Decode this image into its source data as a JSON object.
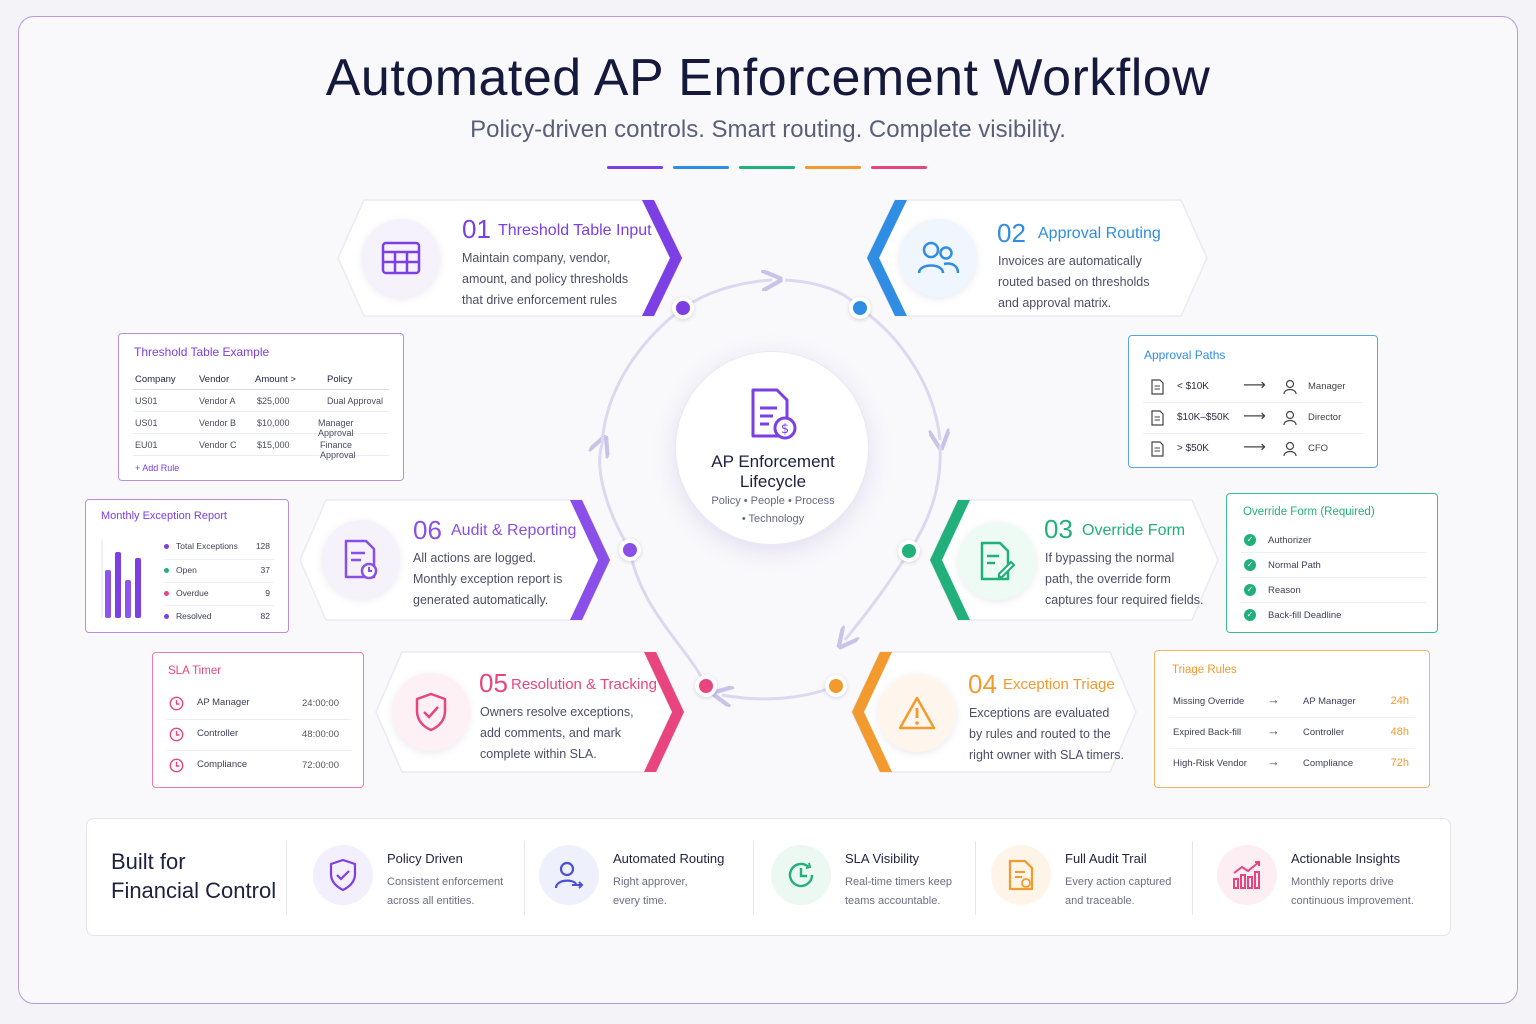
{
  "header": {
    "title": "Automated AP Enforcement Workflow",
    "subtitle": "Policy-driven controls. Smart routing. Complete visibility.",
    "accent_colors": [
      "#7b3fe4",
      "#2f8de4",
      "#22b07a",
      "#f29a2e",
      "#e8457f"
    ]
  },
  "center": {
    "title_line1": "AP Enforcement",
    "title_line2": "Lifecycle",
    "tags_line1": "Policy • People • Process",
    "tags_line2": "• Technology",
    "icon": "invoice-dollar-icon"
  },
  "steps": [
    {
      "num": "01",
      "title": "Threshold Table Input",
      "desc": "Maintain company, vendor, amount, and policy thresholds that drive enforcement rules",
      "color": "#7b3fe4",
      "icon": "table-icon"
    },
    {
      "num": "02",
      "title": "Approval Routing",
      "desc": "Invoices are automatically routed based on thresholds and approval matrix.",
      "color": "#2f8de4",
      "icon": "users-icon"
    },
    {
      "num": "03",
      "title": "Override Form",
      "desc": "If bypassing the normal path, the override form captures four required fields.",
      "color": "#22b07a",
      "icon": "form-edit-icon"
    },
    {
      "num": "04",
      "title": "Exception Triage",
      "desc": "Exceptions are evaluated by rules and routed to the right owner with SLA timers.",
      "color": "#f29a2e",
      "icon": "warning-icon"
    },
    {
      "num": "05",
      "title": "Resolution & Tracking",
      "desc": "Owners resolve exceptions, add comments, and mark complete within SLA.",
      "color": "#e8457f",
      "icon": "shield-check-icon"
    },
    {
      "num": "06",
      "title": "Audit & Reporting",
      "desc": "All actions are logged. Monthly exception report is generated automatically.",
      "color": "#8a4fe6",
      "icon": "report-icon"
    }
  ],
  "threshold_table": {
    "title": "Threshold Table Example",
    "headers": [
      "Company",
      "Vendor",
      "Amount >",
      "Policy"
    ],
    "rows": [
      [
        "US01",
        "Vendor A",
        "$25,000",
        "Dual Approval"
      ],
      [
        "US01",
        "Vendor B",
        "$10,000",
        "Manager Approval"
      ],
      [
        "EU01",
        "Vendor C",
        "$15,000",
        "Finance Approval"
      ]
    ],
    "add_label": "+ Add Rule"
  },
  "approval_paths": {
    "title": "Approval Paths",
    "rows": [
      {
        "range": "< $10K",
        "approver": "Manager"
      },
      {
        "range": "$10K–$50K",
        "approver": "Director"
      },
      {
        "range": "> $50K",
        "approver": "CFO"
      }
    ]
  },
  "override_form": {
    "title": "Override Form (Required)",
    "fields": [
      "Authorizer",
      "Normal Path",
      "Reason",
      "Back-fill Deadline"
    ]
  },
  "triage_rules": {
    "title": "Triage Rules",
    "rows": [
      {
        "rule": "Missing Override",
        "owner": "AP Manager",
        "sla": "24h"
      },
      {
        "rule": "Expired Back-fill",
        "owner": "Controller",
        "sla": "48h"
      },
      {
        "rule": "High-Risk Vendor",
        "owner": "Compliance",
        "sla": "72h"
      }
    ]
  },
  "sla_timer": {
    "title": "SLA Timer",
    "rows": [
      {
        "owner": "AP Manager",
        "time": "24:00:00"
      },
      {
        "owner": "Controller",
        "time": "48:00:00"
      },
      {
        "owner": "Compliance",
        "time": "72:00:00"
      }
    ]
  },
  "monthly_report": {
    "title": "Monthly Exception Report",
    "rows": [
      {
        "label": "Total Exceptions",
        "value": 128,
        "color": "#7b3fe4"
      },
      {
        "label": "Open",
        "value": 37,
        "color": "#22b07a"
      },
      {
        "label": "Overdue",
        "value": 9,
        "color": "#e8457f"
      },
      {
        "label": "Resolved",
        "value": 82,
        "color": "#7b3fe4"
      }
    ]
  },
  "bottom": {
    "heading_line1": "Built for",
    "heading_line2": "Financial Control",
    "features": [
      {
        "title": "Policy Driven",
        "desc": "Consistent enforcement across all entities.",
        "icon": "shield-check-icon",
        "color": "#7b3fe4"
      },
      {
        "title": "Automated Routing",
        "desc": "Right approver, every time.",
        "icon": "user-route-icon",
        "color": "#4a4fd6"
      },
      {
        "title": "SLA Visibility",
        "desc": "Real-time timers keep teams accountable.",
        "icon": "clock-icon",
        "color": "#22b07a"
      },
      {
        "title": "Full Audit Trail",
        "desc": "Every action captured and traceable.",
        "icon": "audit-doc-icon",
        "color": "#f29a2e"
      },
      {
        "title": "Actionable Insights",
        "desc": "Monthly reports drive continuous improvement.",
        "icon": "chart-up-icon",
        "color": "#e8457f"
      }
    ]
  }
}
